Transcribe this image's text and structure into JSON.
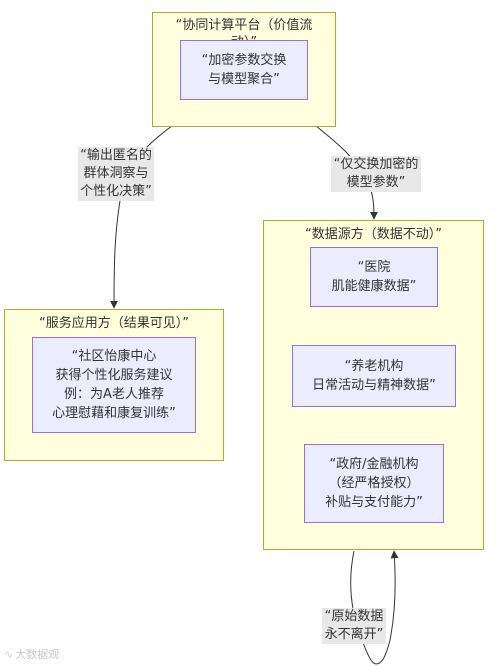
{
  "clusters": {
    "platform": {
      "title": "“协同计算平台（价值流动）”"
    },
    "service": {
      "title": "“服务应用方（结果可见）”"
    },
    "data_source": {
      "title": "“数据源方（数据不动）”"
    }
  },
  "nodes": {
    "aggregation": "“加密参数交换\n与模型聚合”",
    "community": "“社区怡康中心\n获得个性化服务建议\n例：为A老人推荐\n心理慰藉和康复训练”",
    "hospital": "“医院\n肌能健康数据”",
    "elderly_care": "“养老机构\n日常活动与精神数据”",
    "government": "“政府/金融机构\n（经严格授权）\n补贴与支付能力”"
  },
  "edges": {
    "output": "“输出匿名的\n群体洞察与\n个性化决策”",
    "exchange": "“仅交换加密的\n模型参数”",
    "loop": "“原始数据\n永不离开”"
  },
  "watermark": "大数据观"
}
